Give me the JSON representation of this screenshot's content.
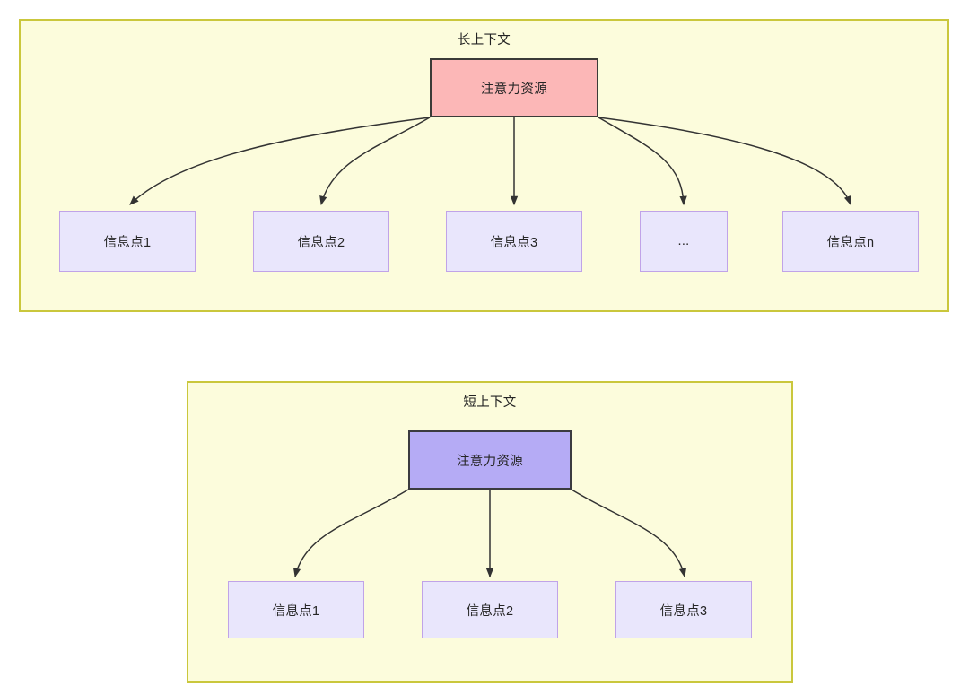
{
  "diagram": {
    "type": "flowchart",
    "background": "#ffffff",
    "groups": [
      {
        "id": "long",
        "title": "长上下文",
        "fill": "#fcfcdc",
        "stroke": "#cac73c",
        "root": {
          "label": "注意力资源",
          "fill": "#fcb7b7",
          "stroke": "#3b3b38"
        },
        "children": [
          {
            "label": "信息点1"
          },
          {
            "label": "信息点2"
          },
          {
            "label": "信息点3"
          },
          {
            "label": "..."
          },
          {
            "label": "信息点n"
          }
        ],
        "child_style": {
          "fill": "#e9e6fc",
          "stroke": "#c0a3e8"
        }
      },
      {
        "id": "short",
        "title": "短上下文",
        "fill": "#fcfcdc",
        "stroke": "#cac73c",
        "root": {
          "label": "注意力资源",
          "fill": "#b5abf5",
          "stroke": "#3b3b3f"
        },
        "children": [
          {
            "label": "信息点1"
          },
          {
            "label": "信息点2"
          },
          {
            "label": "信息点3"
          }
        ],
        "child_style": {
          "fill": "#e9e6fc",
          "stroke": "#c0a3e8"
        }
      }
    ],
    "edge_color": "#333333"
  }
}
